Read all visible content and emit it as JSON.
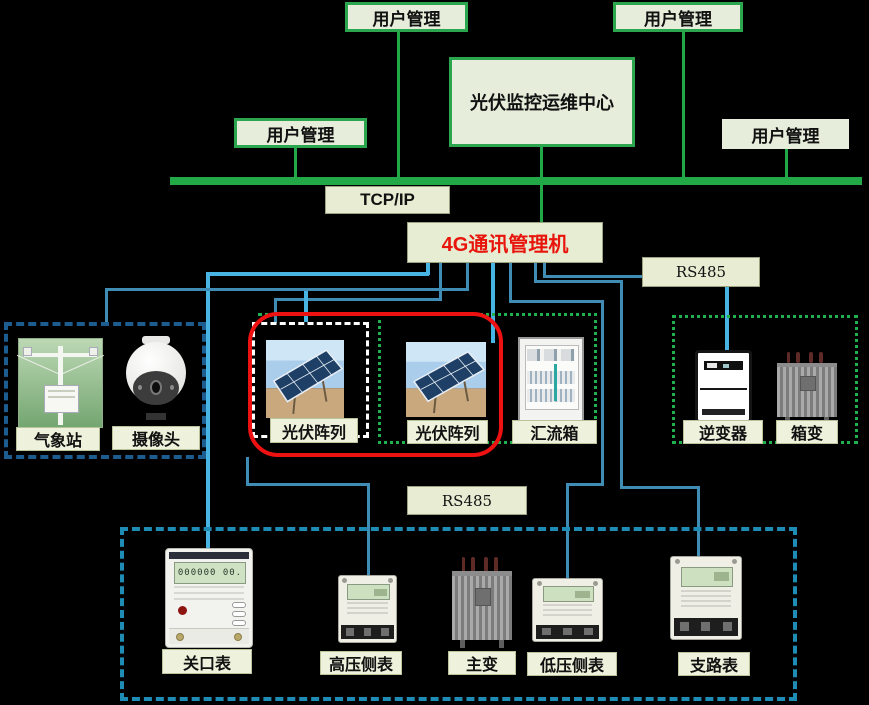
{
  "user_boxes": [
    {
      "label": "用户管理"
    },
    {
      "label": "用户管理"
    },
    {
      "label": "用户管理"
    },
    {
      "label": "用户管理"
    }
  ],
  "nodes": {
    "center": "光伏监控运维中心",
    "tcp_ip": "TCP/IP",
    "gateway_4g": "4G通讯管理机",
    "rs485_top": "RS485",
    "rs485_mid": "RS485",
    "weather_station": "气象站",
    "camera": "摄像头",
    "pv_array_1": "光伏阵列",
    "pv_array_2": "光伏阵列",
    "combiner_box": "汇流箱",
    "inverter": "逆变器",
    "box_transformer": "箱变",
    "gateway_meter": "关口表",
    "hv_side_meter": "高压侧表",
    "main_transformer": "主变",
    "lv_side_meter": "低压侧表",
    "branch_meter": "支路表"
  },
  "meter_display": "000000 00.",
  "colors": {
    "background": "#000000",
    "green_line": "#23a848",
    "teal_line": "#3f8cb5",
    "light_blue_line": "#47b4e4",
    "red_highlight": "#ee1111",
    "green_dotted_border": "#21b14c",
    "navy_dashed_border": "#1d5c8f",
    "teal_dashed_border": "#1e8cb4",
    "green_box_border": "#2ca64e",
    "green_box_fill": "#e6eedb",
    "yellow_box_fill": "#e8ecd2",
    "label_fill": "#eef2dc",
    "gateway_4g_text": "#e8150d"
  }
}
